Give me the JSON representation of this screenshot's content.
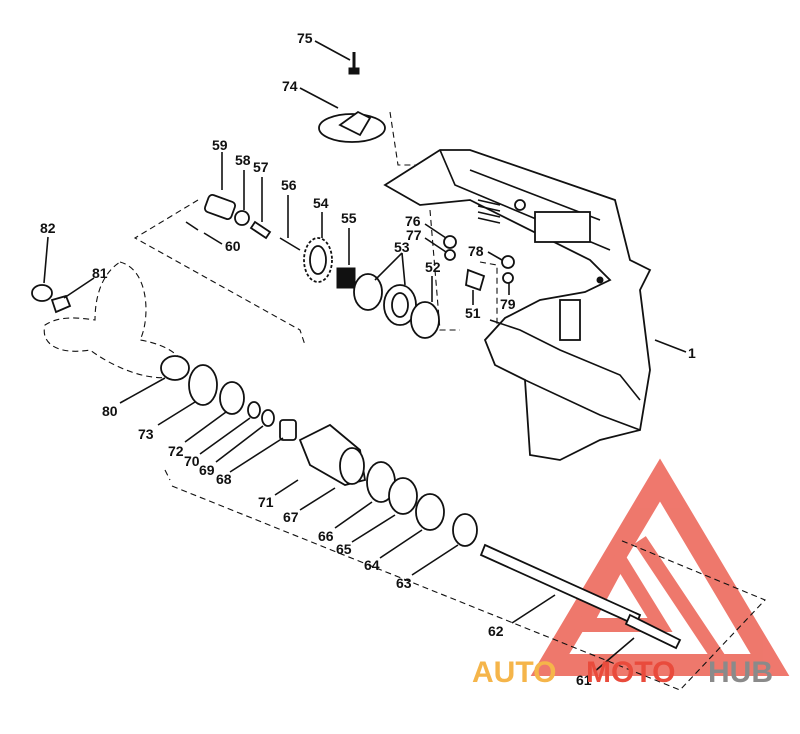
{
  "callouts": [
    {
      "id": "75",
      "text": "75"
    },
    {
      "id": "74",
      "text": "74"
    },
    {
      "id": "59",
      "text": "59"
    },
    {
      "id": "58",
      "text": "58"
    },
    {
      "id": "57",
      "text": "57"
    },
    {
      "id": "56",
      "text": "56"
    },
    {
      "id": "54",
      "text": "54"
    },
    {
      "id": "55",
      "text": "55"
    },
    {
      "id": "76",
      "text": "76"
    },
    {
      "id": "77",
      "text": "77"
    },
    {
      "id": "53",
      "text": "53"
    },
    {
      "id": "52",
      "text": "52"
    },
    {
      "id": "78",
      "text": "78"
    },
    {
      "id": "79",
      "text": "79"
    },
    {
      "id": "51",
      "text": "51"
    },
    {
      "id": "82",
      "text": "82"
    },
    {
      "id": "81",
      "text": "81"
    },
    {
      "id": "60",
      "text": "60"
    },
    {
      "id": "1",
      "text": "1"
    },
    {
      "id": "80",
      "text": "80"
    },
    {
      "id": "73",
      "text": "73"
    },
    {
      "id": "72",
      "text": "72"
    },
    {
      "id": "70",
      "text": "70"
    },
    {
      "id": "69",
      "text": "69"
    },
    {
      "id": "68",
      "text": "68"
    },
    {
      "id": "71",
      "text": "71"
    },
    {
      "id": "67",
      "text": "67"
    },
    {
      "id": "66",
      "text": "66"
    },
    {
      "id": "65",
      "text": "65"
    },
    {
      "id": "64",
      "text": "64"
    },
    {
      "id": "63",
      "text": "63"
    },
    {
      "id": "62",
      "text": "62"
    },
    {
      "id": "61",
      "text": "61"
    }
  ],
  "watermark": {
    "part1": "AUTO",
    "part2": "MOTO",
    "part3": "HUB",
    "color_orange": "#f5b54a",
    "color_red": "#e94b3c",
    "color_gray": "#8a8a8a"
  }
}
